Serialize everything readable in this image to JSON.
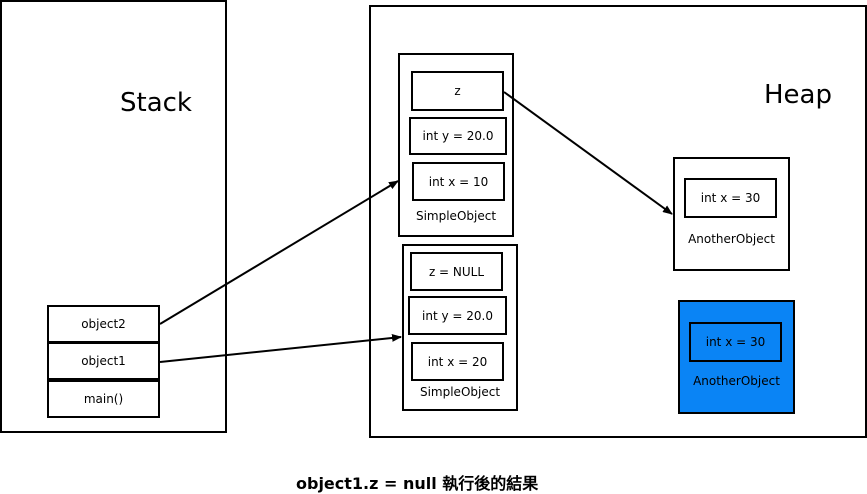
{
  "stack": {
    "title": "Stack",
    "frames": [
      {
        "label": "object2"
      },
      {
        "label": "object1"
      },
      {
        "label": "main()"
      }
    ]
  },
  "heap": {
    "title": "Heap",
    "objects": [
      {
        "class_name": "SimpleObject",
        "fields": [
          "z",
          "int y = 20.0",
          "int x = 10"
        ],
        "highlight": false
      },
      {
        "class_name": "SimpleObject",
        "fields": [
          "z = NULL",
          "int y = 20.0",
          "int x = 20"
        ],
        "highlight": false
      },
      {
        "class_name": "AnotherObject",
        "fields": [
          "int x = 30"
        ],
        "highlight": false
      },
      {
        "class_name": "AnotherObject",
        "fields": [
          "int x = 30"
        ],
        "highlight": true,
        "highlight_color": "#0a84f5"
      }
    ]
  },
  "references": [
    {
      "from": "object2",
      "to": "SimpleObject (int x = 10)"
    },
    {
      "from": "object1",
      "to": "SimpleObject (int x = 20)"
    },
    {
      "from": "z",
      "to": "AnotherObject (not highlighted)"
    }
  ],
  "caption": "object1.z = null 執行後的結果"
}
